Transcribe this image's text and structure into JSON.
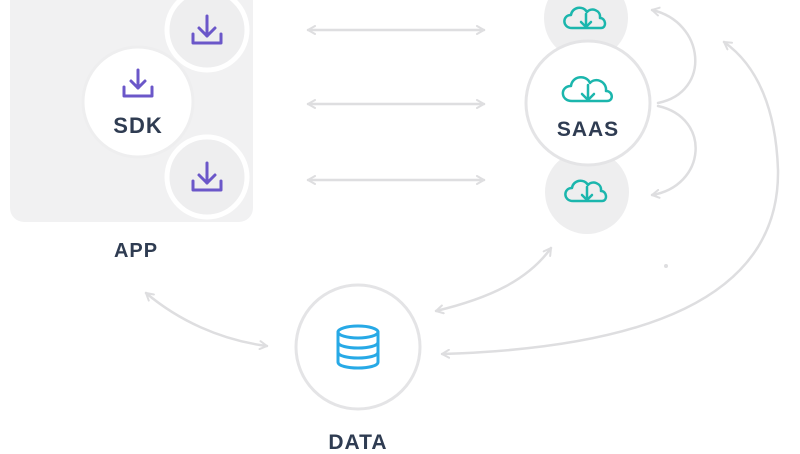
{
  "labels": {
    "sdk": "SDK",
    "saas": "SAAS",
    "app": "APP",
    "data": "DATA"
  },
  "colors": {
    "app_panel": "#f1f1f2",
    "node_border": "#e4e4e6",
    "node_fill": "#ffffff",
    "mini_fill": "#eeeeef",
    "arrow": "#dedee0",
    "label_text": "#2f3c52",
    "download_icon": "#6b57c9",
    "cloud_icon": "#1bb6ad",
    "database_icon": "#27a9e6"
  },
  "icons": {
    "app_top": "download-icon",
    "sdk": "download-icon",
    "app_bottom": "download-icon",
    "saas_top": "cloud-download-icon",
    "saas": "cloud-download-icon",
    "saas_bottom": "cloud-download-icon",
    "data": "database-icon"
  }
}
